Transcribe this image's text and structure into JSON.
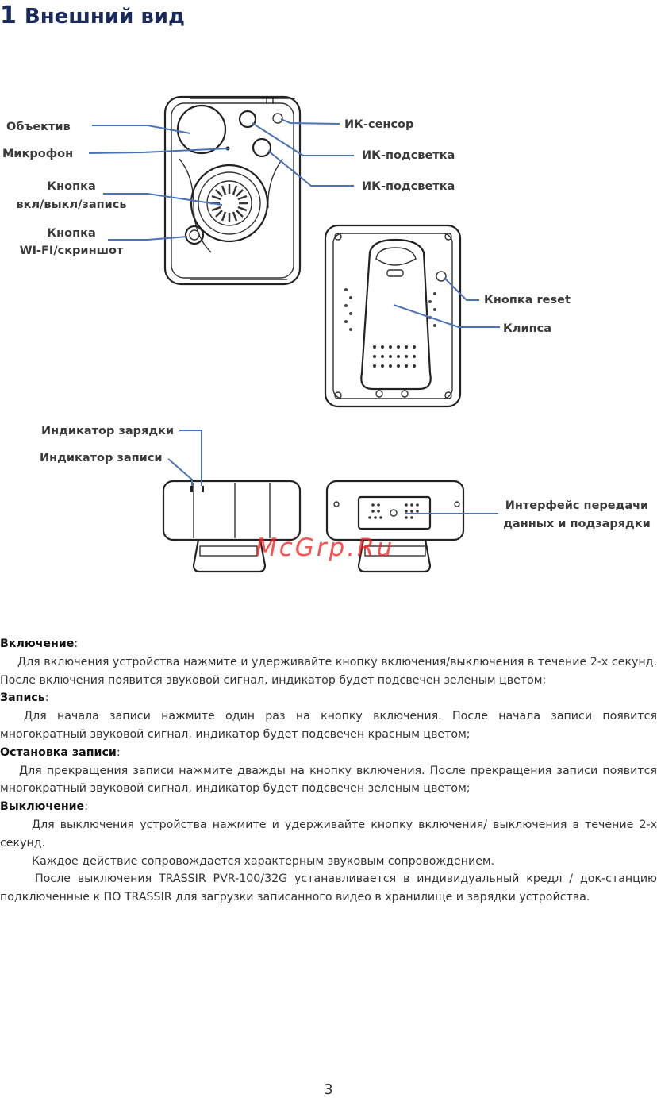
{
  "heading": {
    "number": "1",
    "title": "Внешний вид"
  },
  "labels": {
    "lens": "Объектив",
    "mic": "Микрофон",
    "power_btn_1": "Кнопка",
    "power_btn_2": "вкл/выкл/запись",
    "wifi_btn_1": "Кнопка",
    "wifi_btn_2": "WI-FI/скриншот",
    "ir_sensor": "ИК-сенсор",
    "ir_light_1": "ИК-подсветка",
    "ir_light_2": "ИК-подсветка",
    "reset_btn": "Кнопка reset",
    "clip": "Клипса",
    "charge_ind": "Индикатор зарядки",
    "rec_ind": "Индикатор записи",
    "iface_1": "Интерфейс передачи",
    "iface_2": "данных и подзарядки"
  },
  "watermark": "McGrp.Ru",
  "sections": [
    {
      "title": "Включение",
      "colon": ":",
      "text": "Для включения устройства нажмите и удерживайте кнопку включения/выключения в течение 2-х секунд. После включения появится звуковой сигнал, индикатор будет подсвечен зеленым цветом;"
    },
    {
      "title": "Запись",
      "colon": ":",
      "text": "Для начала записи нажмите один раз на кнопку включения. После начала записи появится многократный звуковой сигнал, индикатор будет подсвечен красным цветом;"
    },
    {
      "title": "Остановка записи",
      "colon": ":",
      "text": "Для прекращения записи нажмите дважды на кнопку включения. После прекращения записи появится многократный звуковой сигнал, индикатор будет подсвечен зеленым цветом;"
    },
    {
      "title": "Выключение",
      "colon": ":",
      "text": "Для выключения устройства нажмите и удерживайте кнопку включения/ выключения в течение 2-х секунд."
    }
  ],
  "extra_paragraphs": [
    "Каждое действие сопровождается характерным звуковым сопровождением.",
    "После выключения TRASSIR PVR-100/32G устанавливается в индивидуальный кредл / док-станцию подключенные к ПО TRASSIR для загрузки записанного видео в хранилище и зарядки устройства."
  ],
  "page_number": "3",
  "colors": {
    "heading": "#1b2a5c",
    "leader_line": "#4a72b8",
    "watermark": "#ff1c1c"
  }
}
